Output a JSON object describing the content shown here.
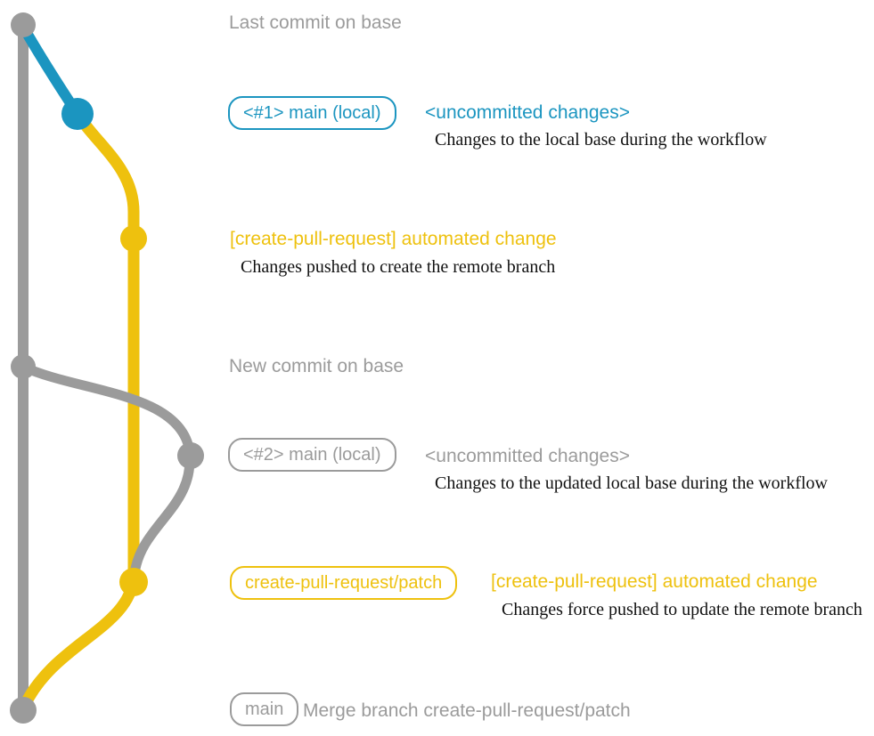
{
  "colors": {
    "gray": "#9b9b9b",
    "teal": "#1b95c0",
    "yellow": "#eec10e",
    "ink": "#111111",
    "background": "#ffffff"
  },
  "rows": {
    "last_commit": {
      "caption": "Last commit on base"
    },
    "main_local_1": {
      "badge": "<#1> main (local)",
      "status": "<uncommitted changes>",
      "note": "Changes to the local base during the workflow"
    },
    "automated_change_1": {
      "title": "[create-pull-request] automated change",
      "note": "Changes pushed to create the remote branch"
    },
    "new_commit": {
      "caption": "New commit on base"
    },
    "main_local_2": {
      "badge": "<#2> main (local)",
      "status": "<uncommitted changes>",
      "note": "Changes to the updated local base during the workflow"
    },
    "patch_branch": {
      "badge": "create-pull-request/patch",
      "title": "[create-pull-request] automated change",
      "note": "Changes force pushed to update the remote branch"
    },
    "merge_commit": {
      "badge": "main",
      "caption": "Merge branch create-pull-request/patch"
    }
  }
}
